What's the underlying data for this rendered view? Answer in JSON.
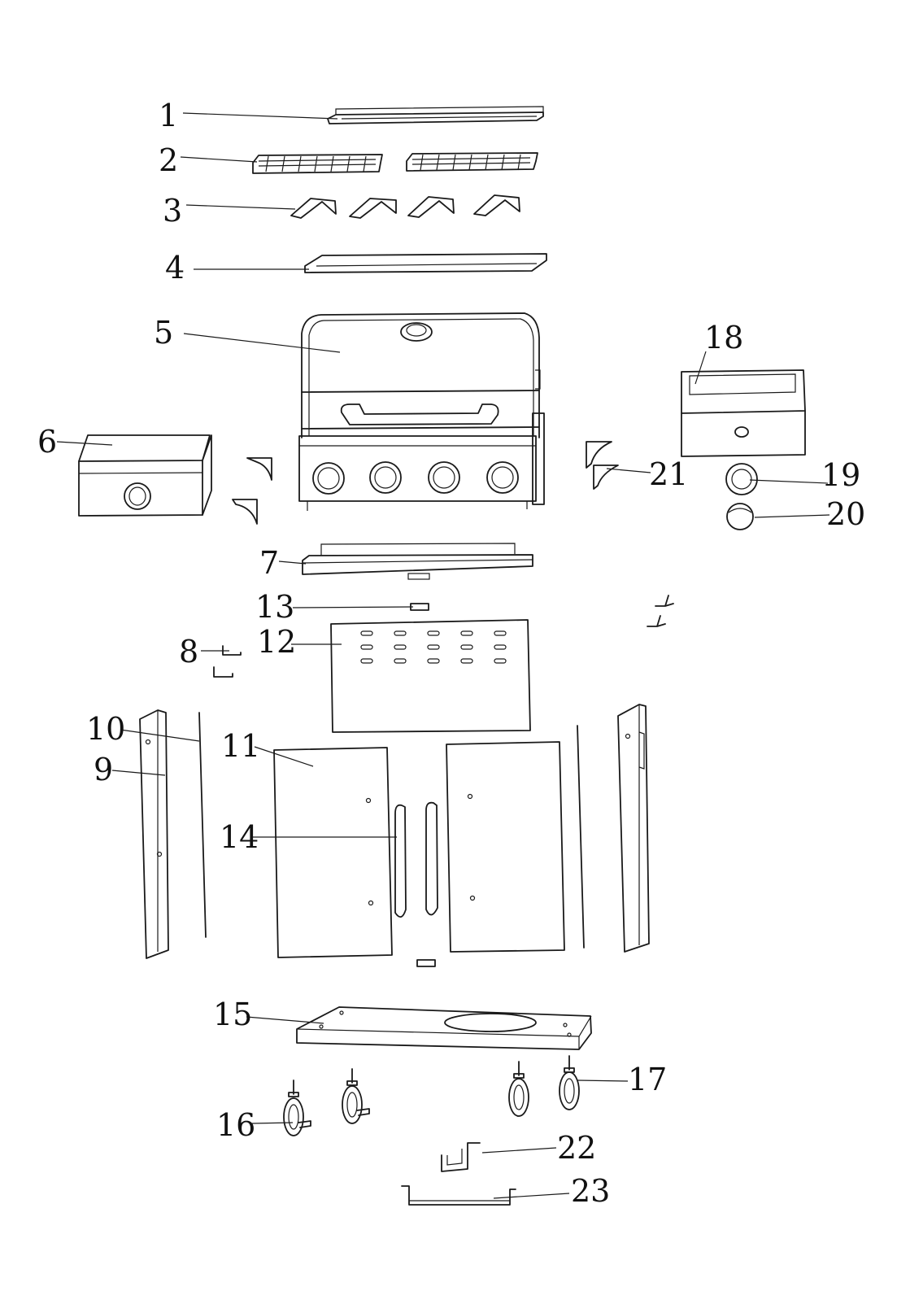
{
  "diagram": {
    "part_numbers": [
      "1",
      "2",
      "3",
      "4",
      "5",
      "6",
      "7",
      "8",
      "9",
      "10",
      "11",
      "12",
      "13",
      "14",
      "15",
      "16",
      "17",
      "18",
      "19",
      "20",
      "21",
      "22",
      "23"
    ]
  }
}
